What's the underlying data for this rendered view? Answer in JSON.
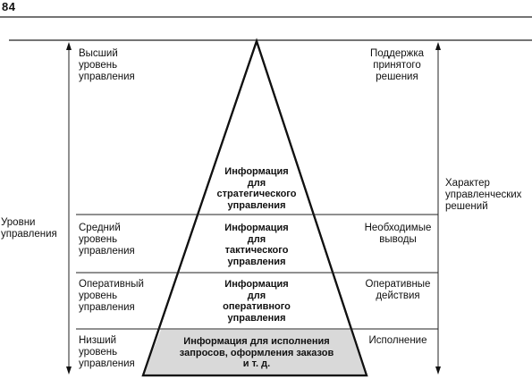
{
  "page_number": "84",
  "axis_left": "Уровни\nуправления",
  "axis_right": "Характер\nуправленческих\nрешений",
  "levels": [
    {
      "level": "Высший\nуровень\nуправления",
      "info": "Информация\nдля\nстратегического\nуправления",
      "decision": "Поддержка\nпринятого\nрешения"
    },
    {
      "level": "Средний\nуровень\nуправления",
      "info": "Информация\nдля\nтактического\nуправления",
      "decision": "Необходимые\nвыводы"
    },
    {
      "level": "Оперативный\nуровень\nуправления",
      "info": "Информация\nдля\nоперативного\nуправления",
      "decision": "Оперативные\nдействия"
    },
    {
      "level": "Низший\nуровень\nуправления",
      "info": "Информация для исполнения\nзапросов, оформления заказов\nи т. д.",
      "decision": "Исполнение"
    }
  ]
}
